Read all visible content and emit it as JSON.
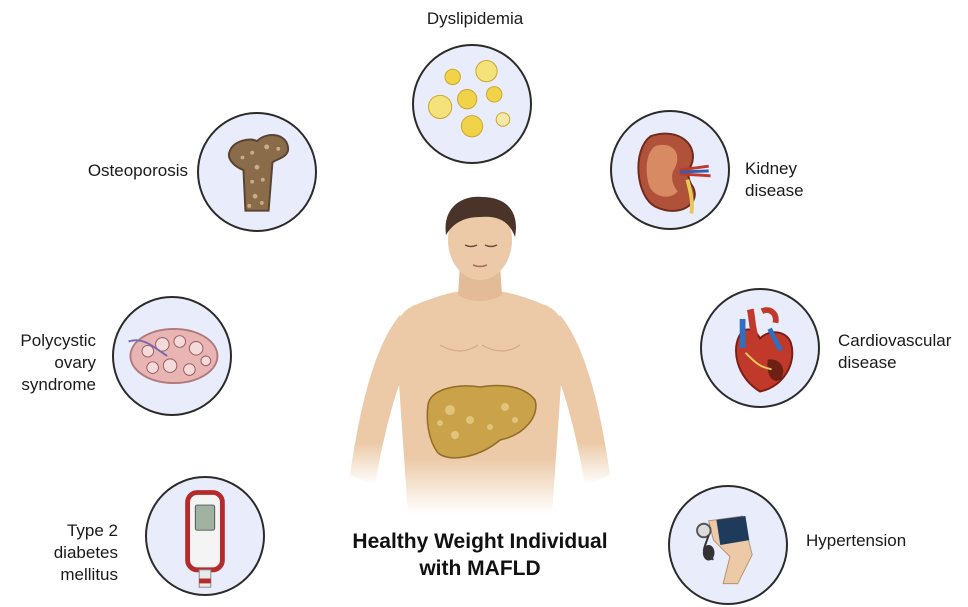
{
  "title": {
    "line1": "Healthy Weight Individual",
    "line2": "with MAFLD"
  },
  "conditions": {
    "dyslipidemia": {
      "lines": [
        "Dyslipidemia"
      ],
      "icon": "fat-droplets-icon"
    },
    "kidney": {
      "lines": [
        "Kidney",
        "disease"
      ],
      "icon": "kidney-icon"
    },
    "cardio": {
      "lines": [
        "Cardiovascular",
        "disease"
      ],
      "icon": "heart-icon"
    },
    "hypertension": {
      "lines": [
        "Hypertension"
      ],
      "icon": "blood-pressure-cuff-icon"
    },
    "osteoporosis": {
      "lines": [
        "Osteoporosis"
      ],
      "icon": "femur-bone-icon"
    },
    "pcos": {
      "lines": [
        "Polycystic",
        "ovary",
        "syndrome"
      ],
      "icon": "polycystic-ovary-icon"
    },
    "diabetes": {
      "lines": [
        "Type 2",
        "diabetes",
        "mellitus"
      ],
      "icon": "glucose-meter-icon"
    }
  },
  "colors": {
    "circle_fill": "#e9ecfa",
    "circle_stroke": "#2b2b2b",
    "skin": "#eccaa8",
    "liver": "#c9a24a"
  }
}
